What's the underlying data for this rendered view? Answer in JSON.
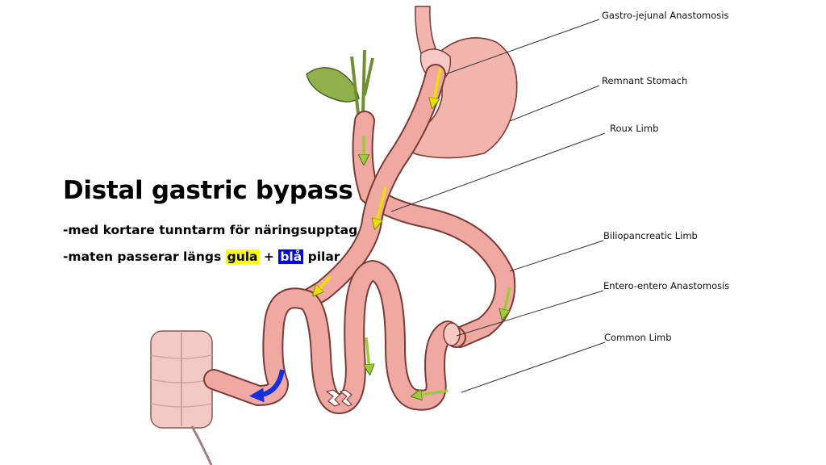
{
  "title": "Distal gastric bypass",
  "subtitle_line1": "-med kortare tunntarm för näringsupptag",
  "subtitle_line2": {
    "prefix": "-maten passerar längs",
    "yellow_word": "gula",
    "plus": "+",
    "blue_word": "blå",
    "suffix": "pilar"
  },
  "labels": {
    "gastro_jejunal": "Gastro-jejunal Anastomosis",
    "remnant_stomach": "Remnant Stomach",
    "roux_limb": "Roux Limb",
    "biliopancreatic_limb": "Biliopancreatic Limb",
    "entero_entero": "Entero-entero Anastomosis",
    "common_limb": "Common Limb"
  },
  "colors": {
    "intestine": "#f0a8a2",
    "intestine_outline": "#7a3b36",
    "stomach": "#f2b5ad",
    "gallbladder": "#8fb04a",
    "yellow_arrow": "#e8e000",
    "green_arrow": "#9ccc3a",
    "blue_arrow": "#1030e0",
    "colon": "#f3c9c6"
  }
}
